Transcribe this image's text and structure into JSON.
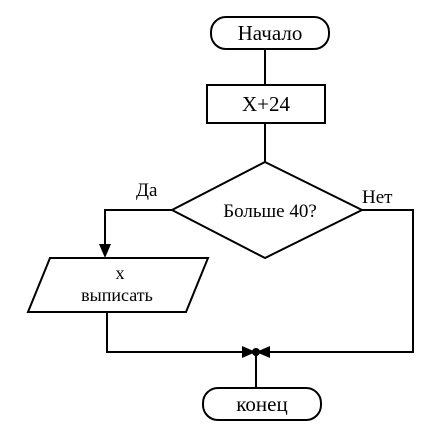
{
  "flowchart": {
    "start": {
      "label": "Начало"
    },
    "process": {
      "label": "X+24"
    },
    "decision": {
      "label": "Больше 40?"
    },
    "branch_yes": {
      "label": "Да"
    },
    "branch_no": {
      "label": "Нет"
    },
    "output": {
      "line1": "x",
      "line2": "выписать"
    },
    "end": {
      "label": "конец"
    }
  }
}
